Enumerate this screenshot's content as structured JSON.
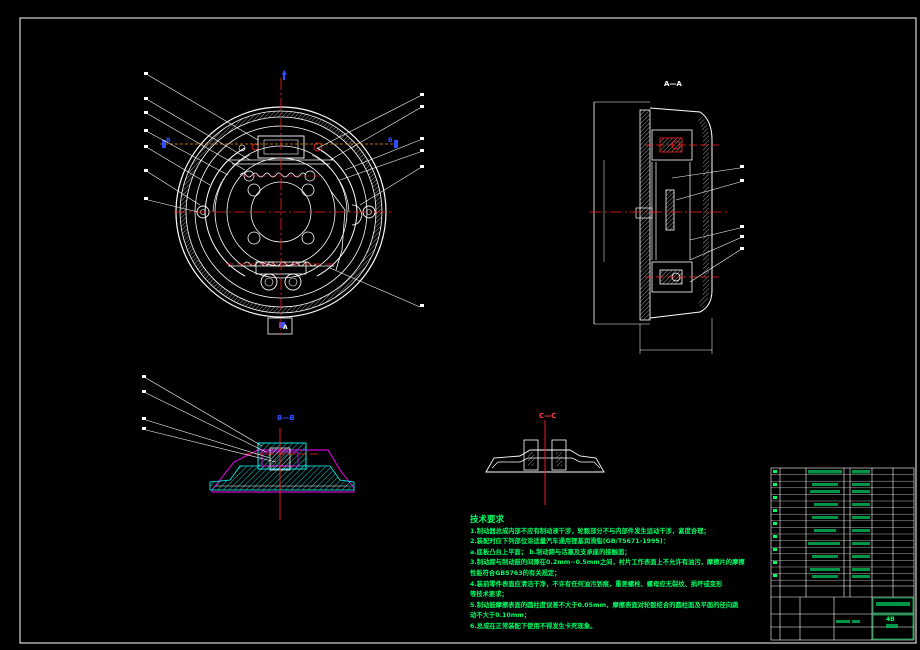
{
  "drawing": {
    "section_a_label": "A—A",
    "section_b_label": "B—B",
    "section_c_label": "C—C",
    "marker_a": "A",
    "marker_b": "B",
    "ocr_chars": "4B",
    "colors": {
      "outline": "#ffffff",
      "center_line": "#ff2020",
      "leader": "#ffffff",
      "hatch": "#00ffff",
      "magenta": "#ff00ff",
      "blue": "#3050ff",
      "green": "#00ff66"
    }
  },
  "tech_requirements": {
    "title": "技术要求",
    "lines": [
      "1.制动器总成内部不应有制动液干涉，轮毂部分不与内部件发生运动干涉，紧度合理；",
      "2.装配时应下列部位涂适量汽车通用锂基润滑脂(GB/T5671-1995)：",
      "   a.底板凸台上平面； b.制动蹄与活塞及支承座的接触面；",
      "3.制动蹄与制动鼓的间隙在0.2mm~0.5mm之间，衬片工作表面上不允许有油污，摩擦片的摩擦",
      "   性能符合GB5763的有关规定；",
      "4.装前零件表面应清洁干净，不许有任何油污划痕，重要螺栓、螺母应无裂纹、损坏或变形",
      "   等技术要求；",
      "5.制动鼓摩擦表面的圆柱度误差不大于0.05mm，摩擦表面对轮毂结合的圆柱面及平面的径向跳",
      "   动不大于0.10mm；",
      "6.总成在正常装配下使用不得发生卡死现象。"
    ]
  }
}
